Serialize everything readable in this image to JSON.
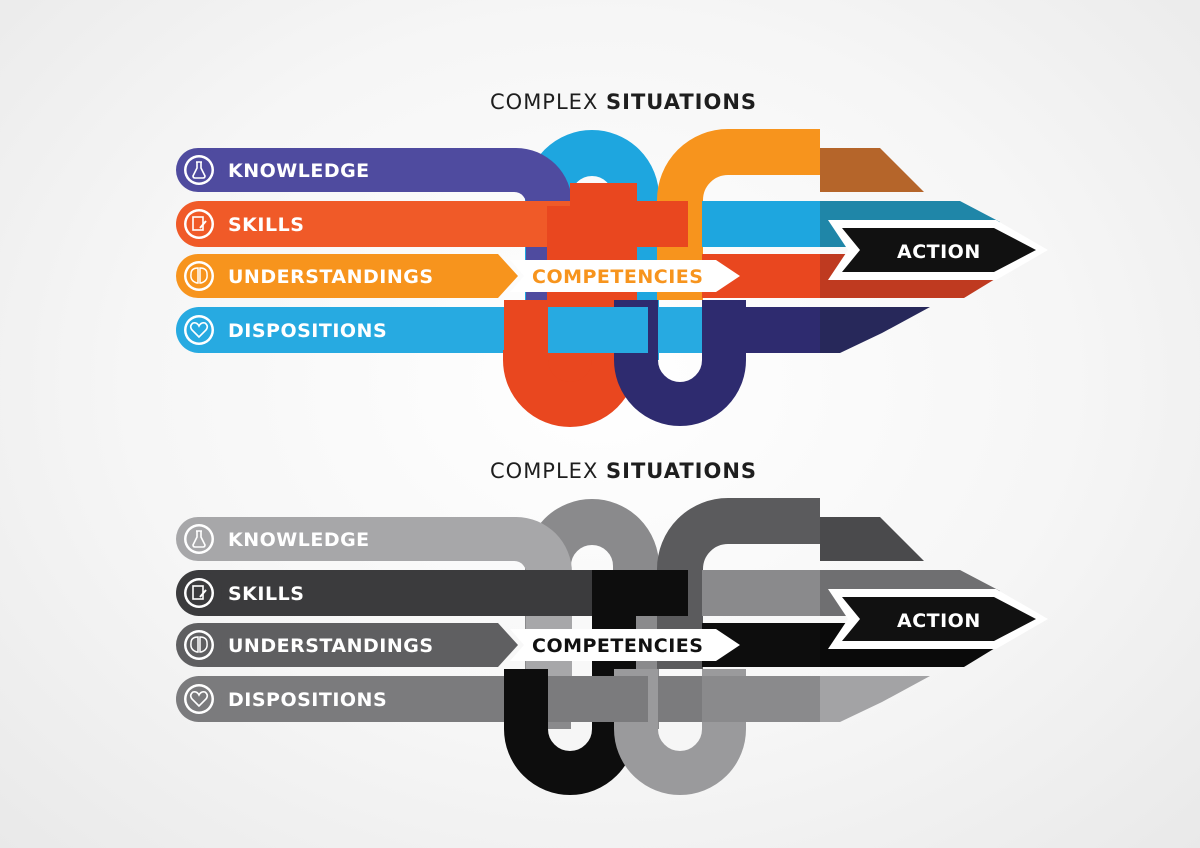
{
  "diagrams": [
    {
      "title_regular": "COMPLEX",
      "title_bold": "SITUATIONS",
      "labels": [
        "KNOWLEDGE",
        "SKILLS",
        "UNDERSTANDINGS",
        "DISPOSITIONS"
      ],
      "center_label": "COMPETENCIES",
      "action_label": "ACTION",
      "icons": [
        "flask-icon",
        "clipboard-pencil-icon",
        "brain-icon",
        "heart-icon"
      ],
      "colors": {
        "knowledge": "#4f4b9f",
        "skills": "#f05a28",
        "understandings": "#f7941d",
        "dispositions": "#27aae1",
        "loop_blue": "#1ea6df",
        "loop_orange": "#e9471f",
        "loop_navy": "#2e2b6f",
        "loop_amber": "#f7941d",
        "tip_shade": "#000000",
        "center_text": "#f7941d",
        "action_bg": "#111111"
      }
    },
    {
      "title_regular": "COMPLEX",
      "title_bold": "SITUATIONS",
      "labels": [
        "KNOWLEDGE",
        "SKILLS",
        "UNDERSTANDINGS",
        "DISPOSITIONS"
      ],
      "center_label": "COMPETENCIES",
      "action_label": "ACTION",
      "icons": [
        "flask-icon",
        "clipboard-pencil-icon",
        "brain-icon",
        "heart-icon"
      ],
      "colors": {
        "knowledge": "#a7a7a9",
        "skills": "#3b3b3d",
        "understandings": "#5f5f61",
        "dispositions": "#7b7b7d",
        "loop_blue": "#8a8a8c",
        "loop_orange": "#0d0d0d",
        "loop_navy": "#9a9a9c",
        "loop_amber": "#5b5b5d",
        "tip_shade": "#000000",
        "center_text": "#111111",
        "action_bg": "#111111"
      }
    }
  ]
}
